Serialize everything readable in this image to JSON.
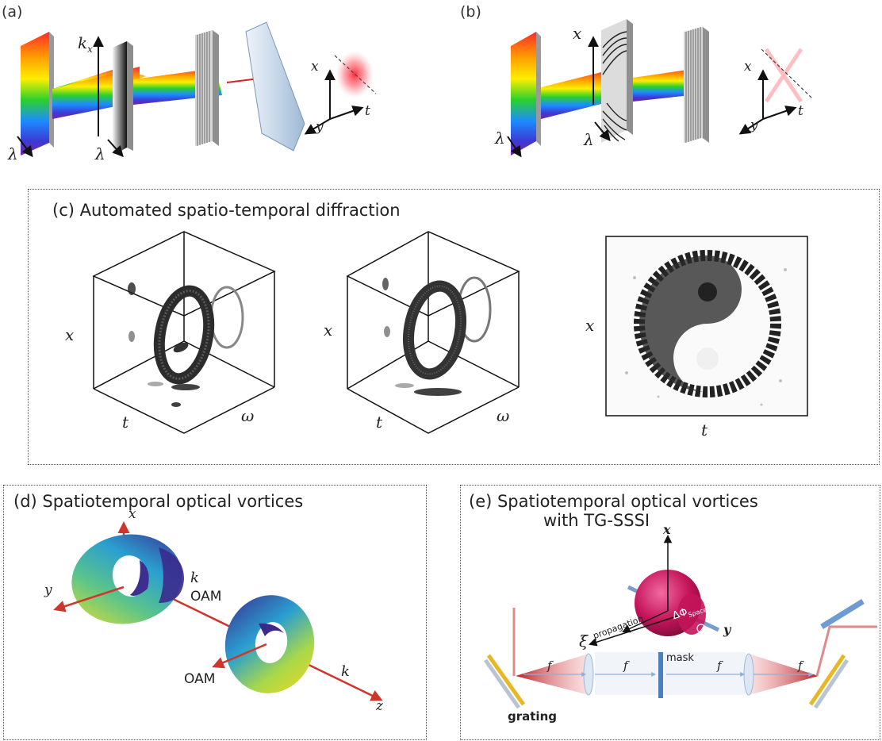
{
  "panel_a": {
    "letter": "(a)",
    "axis_kx": "k",
    "axis_kx_sub": "x",
    "lambda_1": "λ",
    "lambda_2": "λ",
    "axis_x": "x",
    "axis_y": "y",
    "axis_t": "t"
  },
  "panel_b": {
    "letter": "(b)",
    "axis_x_top": "x",
    "lambda_1": "λ",
    "lambda_2": "λ",
    "axis_x": "x",
    "axis_y": "y",
    "axis_t": "t"
  },
  "panel_c": {
    "title": "(c) Automated spatio-temporal diffraction",
    "cube1": {
      "x_label": "x",
      "t_label": "t",
      "w_label": "ω"
    },
    "cube2": {
      "x_label": "x",
      "t_label": "t",
      "w_label": "ω"
    },
    "image3": {
      "x_label": "x",
      "t_label": "t"
    }
  },
  "panel_d": {
    "title": "(d) Spatiotemporal optical vortices",
    "axis_x": "x",
    "axis_y": "y",
    "axis_z": "z",
    "k1": "k",
    "oam1": "OAM",
    "oam2": "OAM",
    "k2": "k"
  },
  "panel_e": {
    "title_line1": "(e) Spatiotemporal optical vortices",
    "title_line2": "with TG-SSSI",
    "axis_x": "x",
    "axis_y": "y",
    "axis_xi": "ξ",
    "propagation": "propagation",
    "phase_label": "ΔΦ",
    "phase_sub": "Spacetime",
    "mask": "mask",
    "f1": "f",
    "f2": "f",
    "f3": "f",
    "f4": "f",
    "grating": "grating"
  },
  "colors": {
    "axis_red": "#d0352b",
    "magenta_pulse": "#c4145a",
    "border_gray": "#555555"
  }
}
